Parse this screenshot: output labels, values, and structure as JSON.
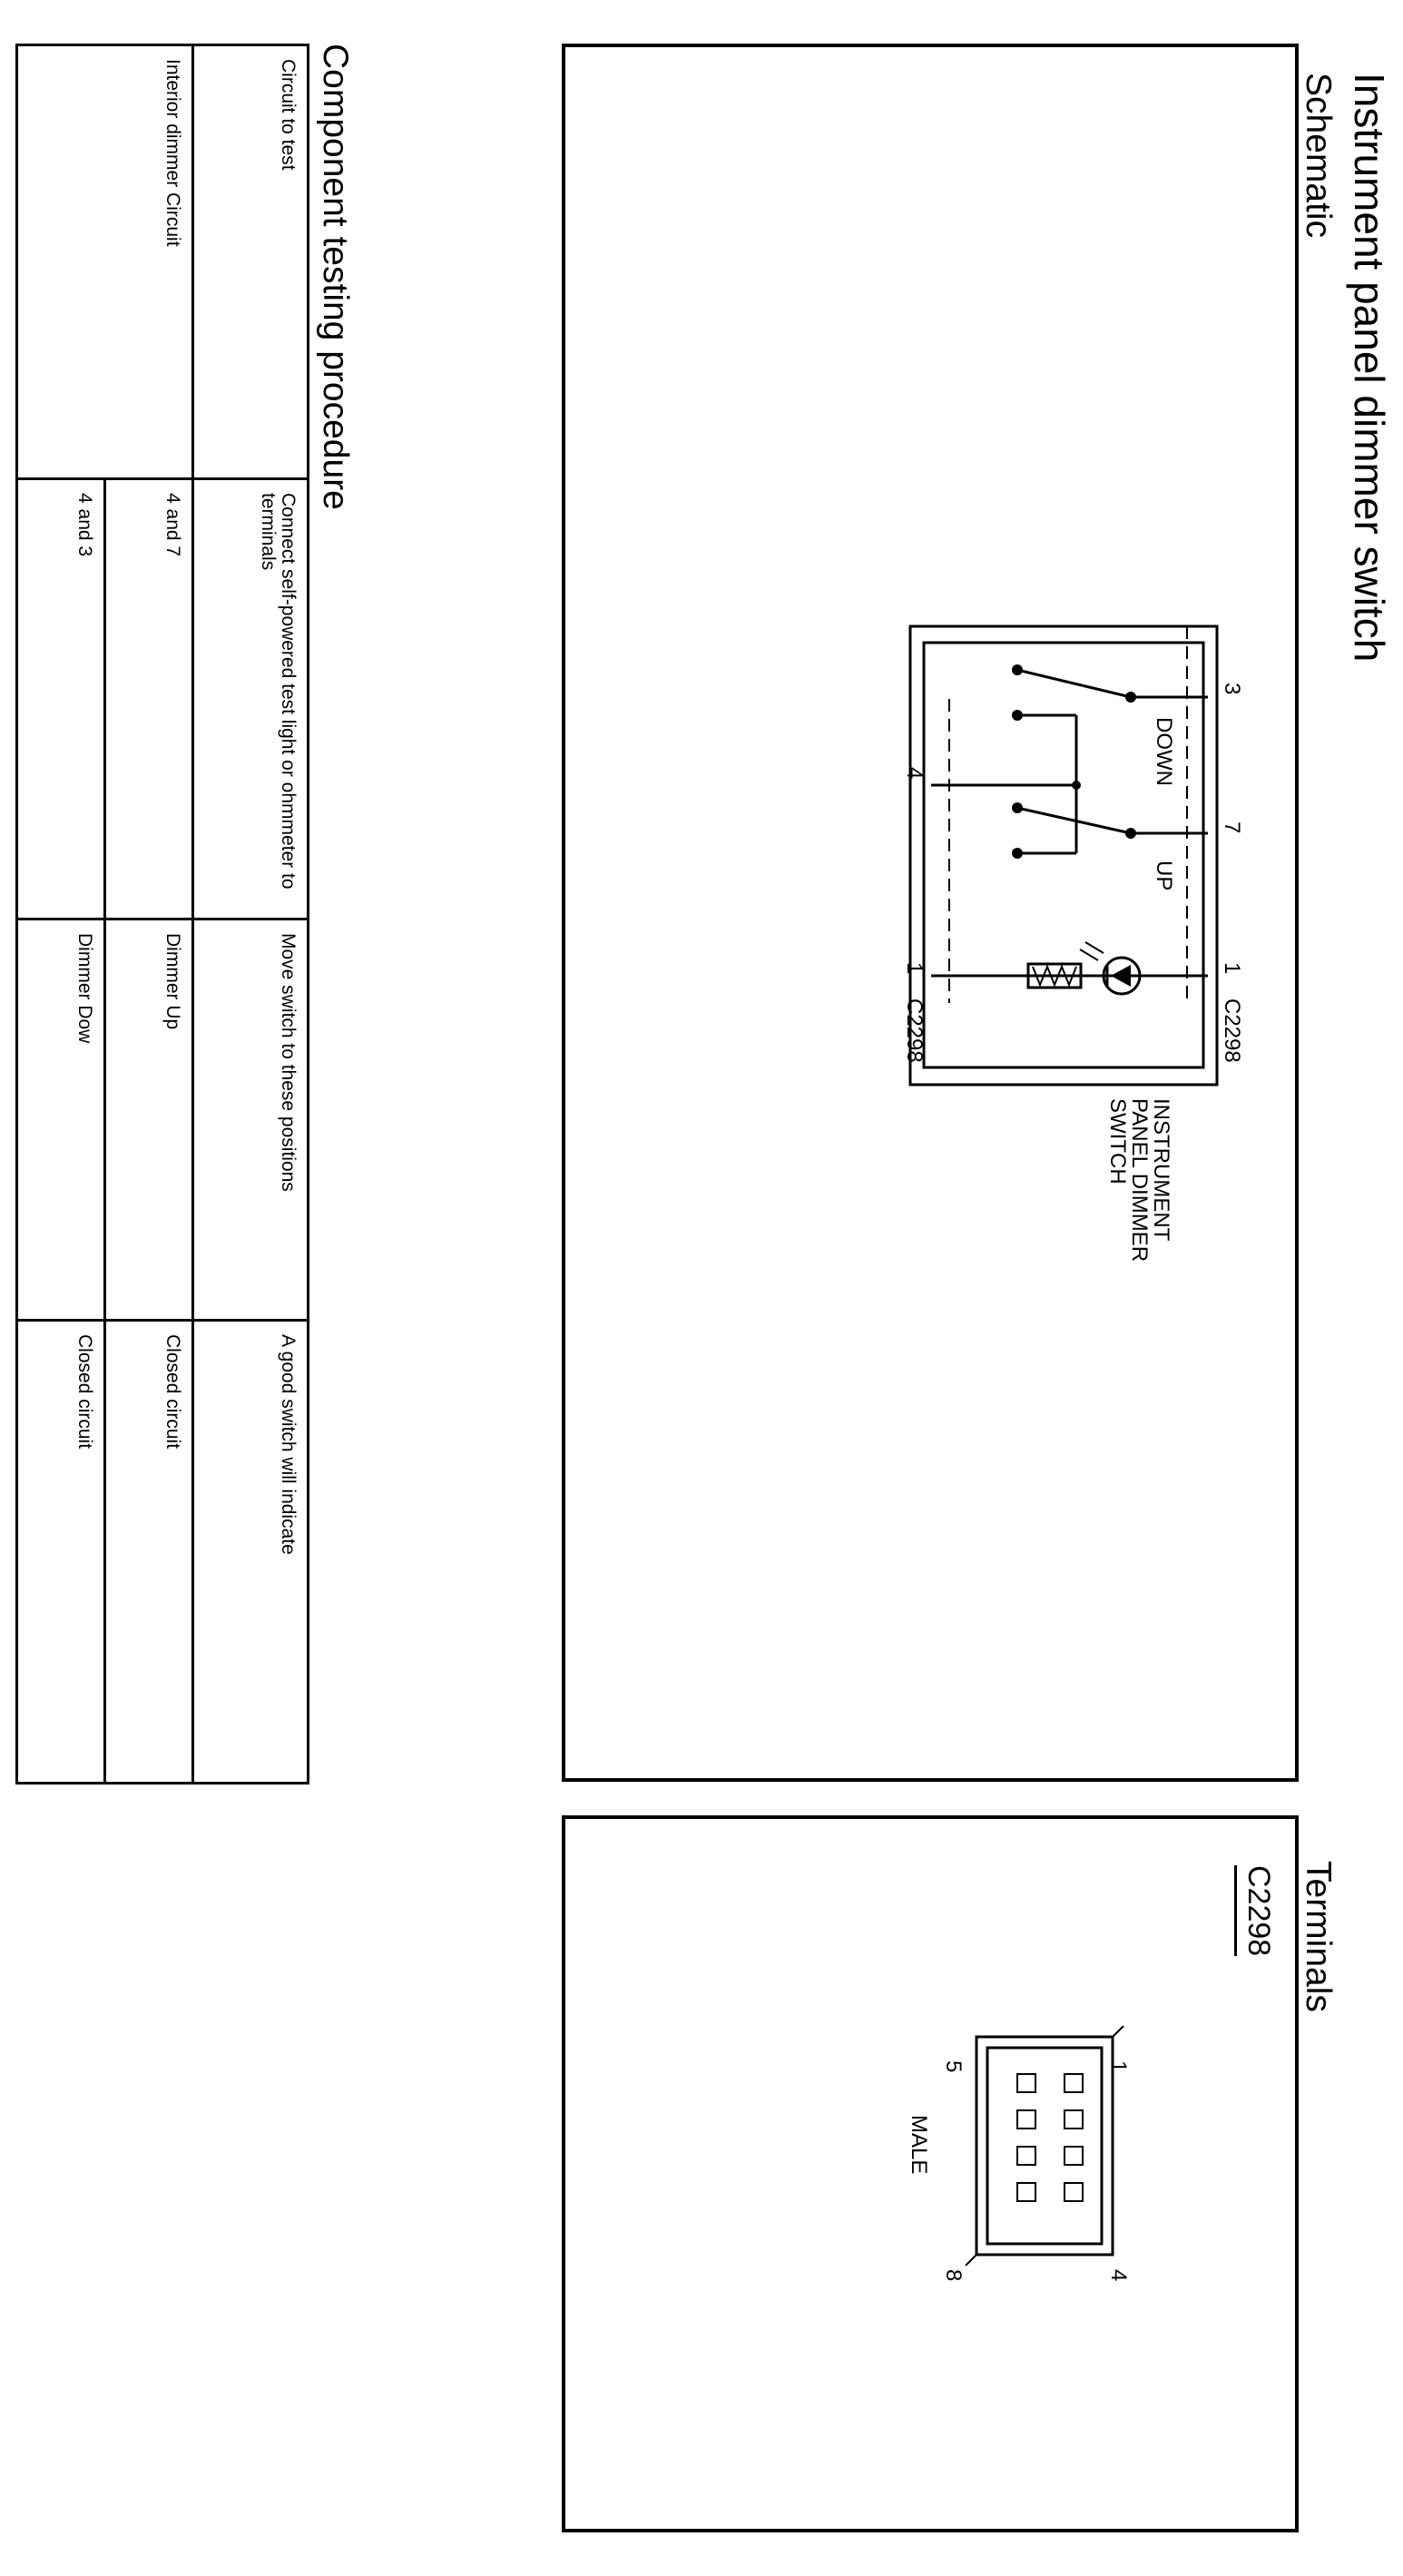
{
  "header": {
    "title": "Instrument panel dimmer switch",
    "schematic_heading": "Schematic",
    "terminals_heading": "Terminals",
    "procedure_heading": "Component testing procedure"
  },
  "schematic": {
    "switch_label_line1": "INSTRUMENT",
    "switch_label_line2": "PANEL DIMMER",
    "switch_label_line3": "SWITCH",
    "down_label": "DOWN",
    "up_label": "UP",
    "pin_3": "3",
    "pin_7": "7",
    "pin_1_top": "1",
    "pin_4": "4",
    "pin_1_bottom": "1",
    "connector_top": "C2298",
    "connector_bottom": "C2298"
  },
  "terminals": {
    "connector_name": "C2298",
    "gender": "MALE",
    "pin_tl": "1",
    "pin_tr": "4",
    "pin_bl": "5",
    "pin_br": "8"
  },
  "procedure": {
    "headers": {
      "circuit": "Circuit to test",
      "connect": "Connect self-powered test light or ohmmeter to terminals",
      "move": "Move switch to these positions",
      "indicate": "A good switch will indicate"
    },
    "circuit_name": "Interior dimmer Circuit",
    "rows": [
      {
        "terminals": "4 and 7",
        "position": "Dimmer Up",
        "result": "Closed circuit"
      },
      {
        "terminals": "4 and 3",
        "position": "Dimmer Dow",
        "result": "Closed circuit"
      }
    ]
  }
}
